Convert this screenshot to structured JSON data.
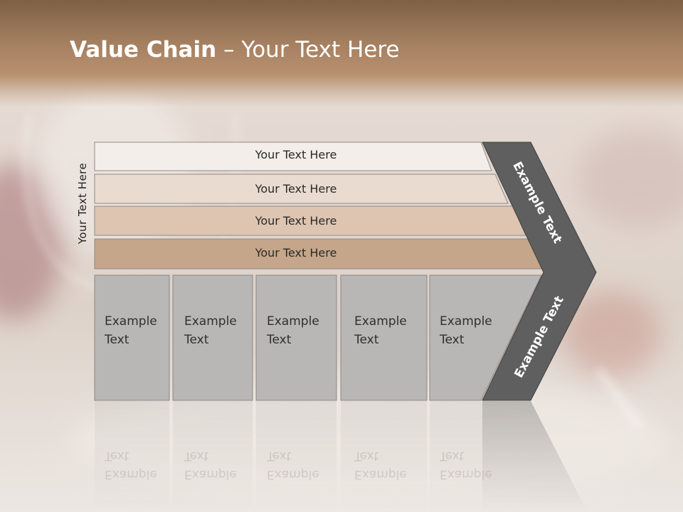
{
  "title": {
    "bold": "Value Chain",
    "rest": " – Your Text Here"
  },
  "side_label": "Your Text Here",
  "bars": [
    {
      "label": "Your Text Here",
      "fill": "#f4eeea"
    },
    {
      "label": "Your Text Here",
      "fill": "#eadbd0"
    },
    {
      "label": "Your Text Here",
      "fill": "#ddc5b1"
    },
    {
      "label": "Your Text Here",
      "fill": "#c5a68a"
    }
  ],
  "boxes": [
    {
      "line1": "Example",
      "line2": "Text"
    },
    {
      "line1": "Example",
      "line2": "Text"
    },
    {
      "line1": "Example",
      "line2": "Text"
    },
    {
      "line1": "Example",
      "line2": "Text"
    },
    {
      "line1": "Example",
      "line2": "Text"
    }
  ],
  "chevron": {
    "upper": "Example Text",
    "lower": "Example Text"
  },
  "colors": {
    "box_fill": "#b9b7b6",
    "chevron_fill": "#5f5f5f",
    "title_band": "#a47f60"
  }
}
